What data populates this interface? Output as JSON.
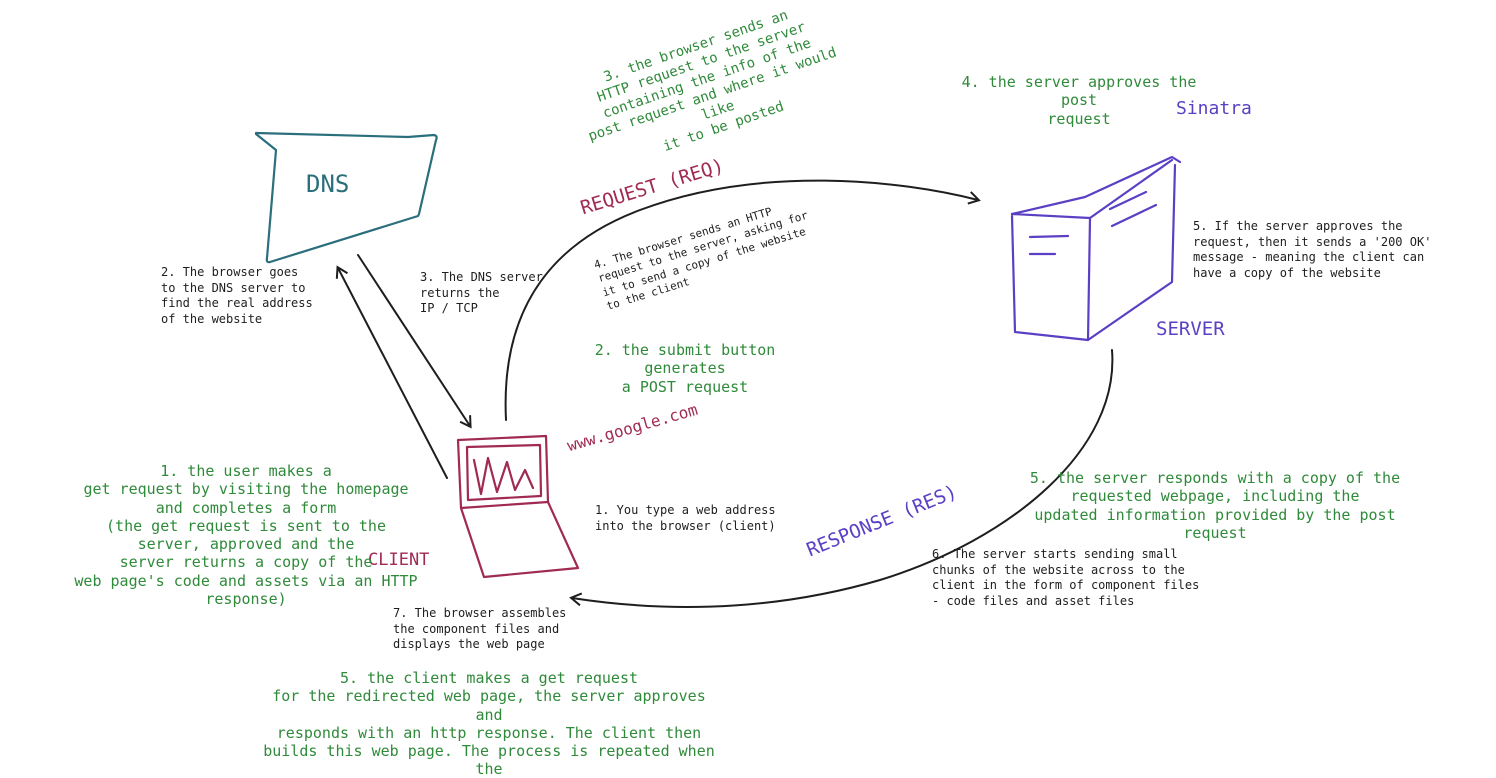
{
  "labels": {
    "dns": "DNS",
    "server": "SERVER",
    "sinatra": "Sinatra",
    "client": "CLIENT",
    "google": "www.google.com",
    "request": "REQUEST (REQ)",
    "response": "RESPONSE (RES)"
  },
  "notes": {
    "green_browser_http": "3. the browser sends an\nHTTP request to the server\ncontaining the info of the\npost request and where it would like\nit to be posted",
    "green_server_approves": "4. the server approves the post\nrequest",
    "green_submit_post": "2. the submit button generates\na POST request",
    "green_user_get": "1. the user makes a\nget request by visiting the homepage\nand completes a form\n(the get request is sent to the\nserver, approved and the\nserver returns a copy of the\nweb page's code and assets via an HTTP response)",
    "green_server_responds": "5. the server responds with a copy of the\nrequested webpage, including the\nupdated information provided by the post request",
    "green_client_get": "5. the client makes a get request\nfor the redirected web page, the server approves and\nresponds with an http response. The client then\nbuilds this web page. The process is repeated when the\nuser clicks a button.",
    "black_browser_dns": "2. The browser goes\nto the DNS server to\nfind the real address\nof the website",
    "black_dns_returns": "3. The DNS server\nreturns the\nIP / TCP",
    "black_http_copy": "4. The browser sends an HTTP\nrequest to the server, asking for\nit to send a copy of the website\nto the client",
    "black_200_ok": "5. If the server approves the\nrequest, then it sends a '200 OK'\nmessage - meaning the client can\nhave a copy of the website",
    "black_type_address": "1. You type a web address\ninto the browser (client)",
    "black_chunks": "6. The server starts sending small\nchunks of the website across to the\nclient in the form of component files\n- code files and asset files",
    "black_assembles": "7. The browser assembles\nthe component files and\ndisplays the web page"
  },
  "colors": {
    "dns": "#2a6f7b",
    "server": "#5b3fc4",
    "client": "#a02a54",
    "green_note": "#2f8a3a",
    "arrow": "#1e1e1e"
  }
}
